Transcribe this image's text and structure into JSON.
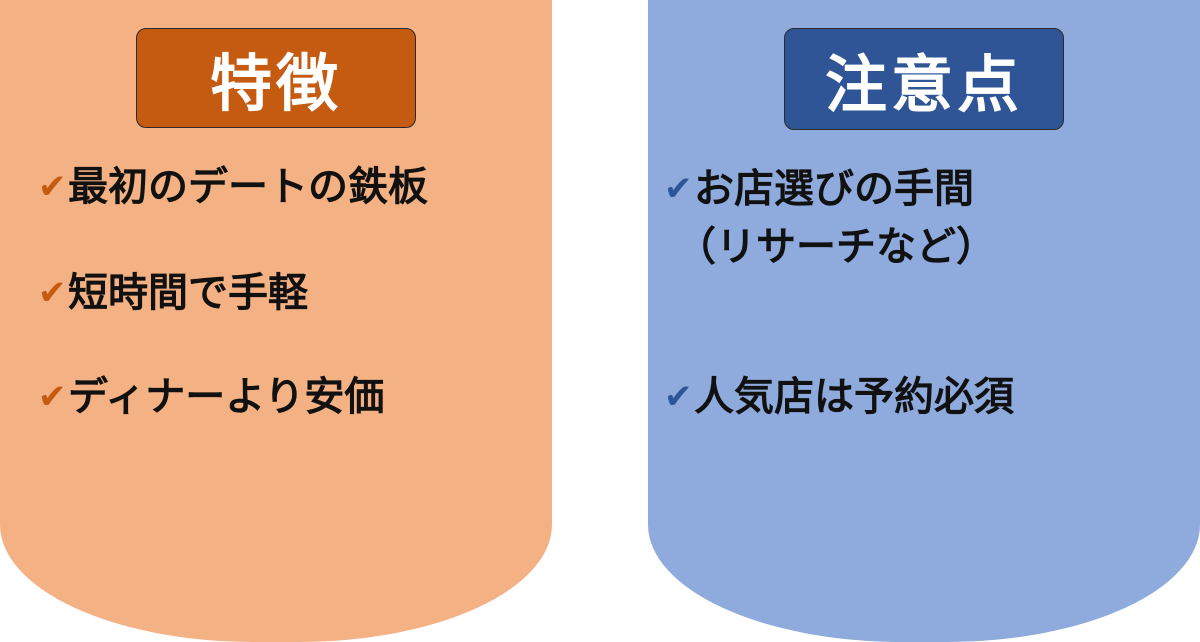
{
  "features": {
    "heading": "特徴",
    "check_icon": "✔",
    "items": [
      {
        "text": "最初のデートの鉄板"
      },
      {
        "text": "短時間で手軽"
      },
      {
        "text": "ディナーより安価"
      }
    ]
  },
  "cautions": {
    "heading": "注意点",
    "check_icon": "✔",
    "items": [
      {
        "lines": [
          "お店選びの手間",
          "（リサーチなど）"
        ]
      },
      {
        "lines": [
          "人気店は予約必須"
        ]
      }
    ]
  },
  "colors": {
    "left_panel": "#f4b183",
    "left_heading": "#c55a11",
    "right_panel": "#8faadc",
    "right_heading": "#2f5597"
  }
}
